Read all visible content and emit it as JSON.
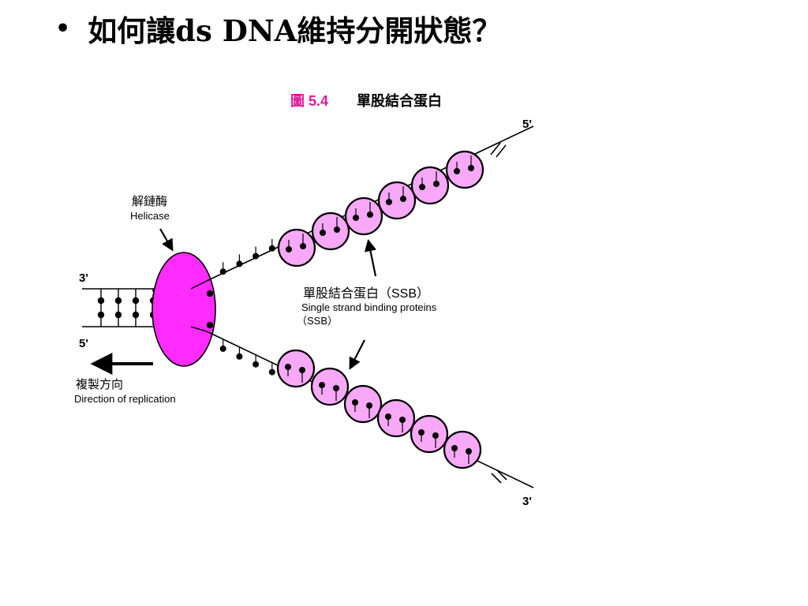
{
  "slide": {
    "bullet": "•",
    "title": "如何讓ds DNA維持分開狀態？"
  },
  "figure": {
    "number": "圖 5.4",
    "caption": "單股結合蛋白",
    "labels": {
      "helicase_zh": "解鏈酶",
      "helicase_en": "Helicase",
      "ssb_zh": "單股結合蛋白（SSB）",
      "ssb_en": "Single strand binding proteins",
      "ssb_abbr": "（SSB）",
      "direction_zh": "複製方向",
      "direction_en": "Direction of replication"
    },
    "ends": {
      "left_top": "3'",
      "left_bottom": "5'",
      "right_top": "5'",
      "right_bottom": "3'"
    },
    "colors": {
      "helicase": "#ff2bff",
      "ssb": "#f7a8f7",
      "figure_number": "#e0199a",
      "line": "#000000"
    }
  }
}
